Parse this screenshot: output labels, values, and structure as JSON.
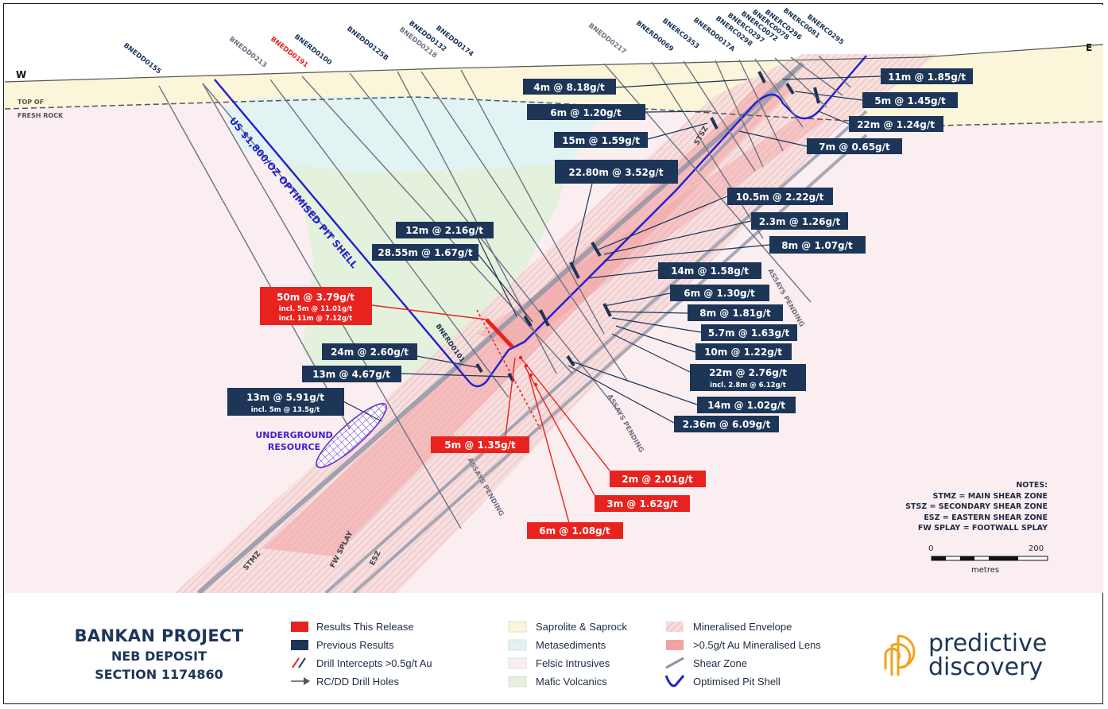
{
  "section": {
    "west_label": "W",
    "east_label": "E",
    "top_fresh_rock": [
      "TOP OF",
      "FRESH ROCK"
    ],
    "pit_shell_label": "US $1,800/OZ OPTIMISED PIT SHELL",
    "underground_label": [
      "UNDERGROUND",
      "RESOURCE"
    ],
    "zone_labels": [
      "STMZ",
      "FW SPLAY",
      "ESZ",
      "STSZ"
    ],
    "assays_pending": "ASSAYS PENDING",
    "drill_holes": [
      "BNEDD0155",
      "BNEDD0213",
      "BNEDD0191",
      "BNERD0100",
      "BNEDD0125B",
      "BNEDD0218",
      "BNEDD0132",
      "BNEDD0174",
      "BNEDD0217",
      "BNERD0069",
      "BNERC0353",
      "BNERD0017A",
      "BNERC0298",
      "BNERC0297",
      "BNERC0072",
      "BNERC0078",
      "BNERC0296",
      "BNERC0081",
      "BNERC0295",
      "BNERD0101"
    ],
    "previous_results": [
      "4m @ 8.18g/t",
      "11m @ 1.85g/t",
      "5m @ 1.45g/t",
      "6m @ 1.20g/t",
      "22m @ 1.24g/t",
      "15m @ 1.59g/t",
      "7m @ 0.65g/t",
      "22.80m @ 3.52g/t",
      "10.5m @ 2.22g/t",
      "2.3m @ 1.26g/t",
      "12m @ 2.16g/t",
      "8m @ 1.07g/t",
      "28.55m @ 1.67g/t",
      "14m @ 1.58g/t",
      "6m @ 1.30g/t",
      "8m @ 1.81g/t",
      "5.7m @ 1.63g/t",
      "24m @ 2.60g/t",
      "10m @ 1.22g/t",
      "13m @ 4.67g/t",
      "14m @ 1.02g/t",
      "2.36m @ 6.09g/t"
    ],
    "previous_results_multi": [
      [
        "22m @ 2.76g/t",
        "incl. 2.8m @ 6.12g/t"
      ],
      [
        "13m @ 5.91g/t",
        "incl. 5m @ 13.5g/t"
      ]
    ],
    "release_results": [
      [
        "50m @ 3.79g/t",
        "incl. 5m @ 11.01g/t",
        "incl. 11m @ 7.12g/t"
      ],
      [
        "5m @ 1.35g/t"
      ],
      [
        "2m @ 2.01g/t"
      ],
      [
        "3m @ 1.62g/t"
      ],
      [
        "6m @ 1.08g/t"
      ]
    ]
  },
  "colors": {
    "navy": "#1d3557",
    "red": "#e8231f",
    "saprolite": "#fbf6d9",
    "metasediments": "#e2f3f3",
    "felsic": "#fbeef1",
    "mafic": "#e4f1dd",
    "envelope": "#f5d0d0",
    "lens": "#f2a3a3",
    "shear": "#9aa1b2",
    "pit_shell": "#1f1fd0",
    "logo_orange": "#f2a31b"
  },
  "notes": {
    "title": "NOTES:",
    "lines": [
      "STMZ = MAIN SHEAR ZONE",
      "STSZ = SECONDARY SHEAR ZONE",
      "ESZ = EASTERN SHEAR ZONE",
      "FW SPLAY = FOOTWALL SPLAY"
    ]
  },
  "scale": {
    "min": "0",
    "max": "200",
    "unit": "metres"
  },
  "title_block": {
    "title": "BANKAN PROJECT",
    "deposit": "NEB DEPOSIT",
    "section": "SECTION 1174860"
  },
  "legend": {
    "col1": [
      "Results This Release",
      "Previous Results",
      "Drill Intercepts >0.5g/t Au",
      "RC/DD Drill Holes"
    ],
    "col2": [
      "Saprolite & Saprock",
      "Metasediments",
      "Felsic Intrusives",
      "Mafic Volcanics"
    ],
    "col3": [
      "Mineralised Envelope",
      ">0.5g/t Au Mineralised Lens",
      "Shear Zone",
      "Optimised Pit Shell"
    ]
  },
  "logo": {
    "line1": "predictive",
    "line2": "discovery"
  }
}
